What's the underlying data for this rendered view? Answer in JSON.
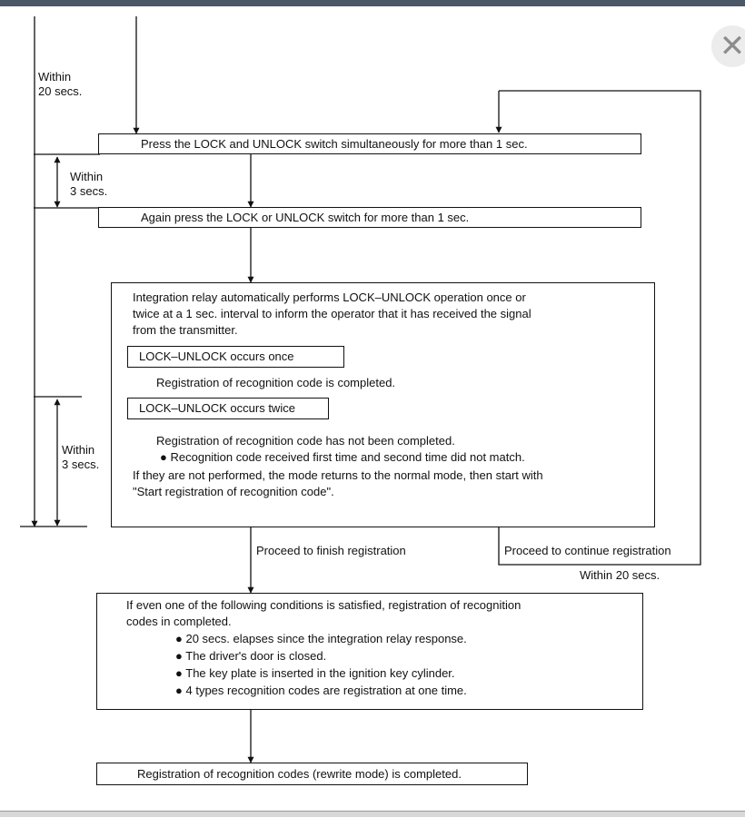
{
  "timing": {
    "within_20_left": [
      "Within",
      "20 secs."
    ],
    "within_3_upper": [
      "Within",
      "3 secs."
    ],
    "within_3_lower": [
      "Within",
      "3 secs."
    ],
    "within_20_right": "Within 20 secs."
  },
  "steps": {
    "step1": "Press the LOCK and UNLOCK switch simultaneously for more than 1 sec.",
    "step2": "Again press the LOCK or UNLOCK switch for more than 1 sec.",
    "step3": {
      "intro": [
        "Integration relay automatically performs LOCK–UNLOCK operation once or",
        "twice at a 1 sec. interval to inform the operator that it has received the signal",
        "from the transmitter."
      ],
      "once_label": "LOCK–UNLOCK occurs once",
      "once_result": "Registration of recognition code is completed.",
      "twice_label": "LOCK–UNLOCK occurs twice",
      "twice_result": "Registration of recognition code has not been completed.",
      "twice_bullet": "Recognition code received first time and second time did not match.",
      "fallback": [
        "If they are not performed, the mode returns to the normal mode, then start with",
        "\"Start registration of recognition code\"."
      ]
    },
    "branch_finish": "Proceed to finish registration",
    "branch_continue": "Proceed to continue registration",
    "step4": {
      "intro": [
        "If even one of the following conditions is satisfied, registration of recognition",
        "codes in completed."
      ],
      "conditions": [
        "20 secs. elapses since the integration relay response.",
        "The driver's door is closed.",
        "The key plate is inserted in the ignition key cylinder.",
        "4 types recognition codes are registration at one time."
      ]
    },
    "step5": "Registration of recognition codes (rewrite mode) is completed."
  },
  "ui": {
    "close_icon": "✕",
    "bullet": "●"
  }
}
